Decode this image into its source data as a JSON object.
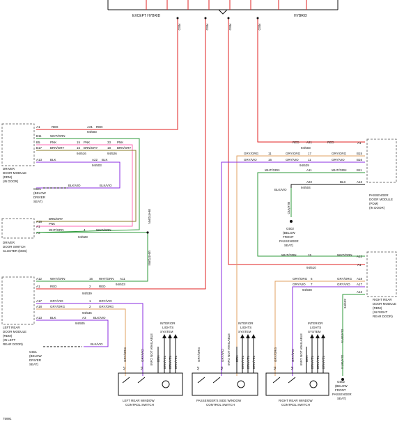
{
  "top": {
    "except_hybrid": "EXCEPT HYBRID",
    "hybrid": "HYBRID"
  },
  "colors": {
    "red": "#e02020",
    "green": "#2e9a3a",
    "purple": "#8a2be2",
    "pink": "#ff69b4",
    "olive": "#8b7d2a",
    "orange": "#e0a060",
    "black": "#111111",
    "gray": "#7a7a7a",
    "magenta": "#c050c0"
  },
  "wire_labels": {
    "red": "RED",
    "pnk": "PNK",
    "brn_gry": "BRN/GRY",
    "blk": "BLK",
    "blk_vio": "BLK/VIO",
    "wht_grn": "WHT/GRN",
    "gry_org": "GRY/ORG",
    "gry_vio": "GRY/VIO",
    "blu": "BLU",
    "brn": "BRN",
    "brn_yel": "BRN/YEL",
    "info_not": "INFO NOT AVAILABLE",
    "blk_grn": "BLK/GRN",
    "blk_yel": "BLK/YEL"
  },
  "pins": {
    "a1": "A1",
    "a11": "A11",
    "a12": "A12",
    "a13": "A13",
    "a16": "A16",
    "a17": "A17",
    "a18": "A18",
    "a21": "A21",
    "a22": "A22",
    "a2": "A2",
    "a3": "A3",
    "a4": "A4",
    "a5": "A5",
    "b5": "B5",
    "b6": "B6",
    "b11": "B11",
    "b15": "B15",
    "b16": "B16",
    "b17": "B17",
    "n1": "1",
    "n2": "2",
    "n3": "3",
    "n4": "4",
    "n6": "6",
    "n7": "7",
    "n11": "11",
    "n15": "15",
    "n16": "16",
    "n17": "17",
    "n18": "18",
    "n33": "33"
  },
  "connectors": {
    "c503": "94/503",
    "c516": "94/516",
    "c526": "94/526",
    "c528": "94/528",
    "c533": "94/533",
    "c539": "94/539",
    "c529": "94/529",
    "c535": "94/535",
    "c504": "94/504",
    "c519": "94/519",
    "c510": "94/510",
    "c505": "94/505",
    "c508": "94/508",
    "c532": "94/532"
  },
  "modules": {
    "ddm": [
      "DRIVER",
      "DOOR MODULE",
      "(DDM)",
      "(IN DOOR)"
    ],
    "dscs": [
      "DRIVER",
      "DOOR SWITCH",
      "CLUSTER (DDS)"
    ],
    "lrdm": [
      "LEFT REAR",
      "DOOR MODULE",
      "(RDM)",
      "(IN LEFT",
      "REAR DOOR)"
    ],
    "pdm": [
      "PASSENGER",
      "DOOR MODULE",
      "(PDM)",
      "(IN DOOR)"
    ],
    "rrdm": [
      "RIGHT REAR",
      "DOOR MODULE",
      "(RDM)",
      "(IN RIGHT",
      "REAR DOOR)"
    ]
  },
  "grounds": {
    "g501a": [
      "G501",
      "(BELOW",
      "DRIVER",
      "SEAT)"
    ],
    "g501b": [
      "G501",
      "(BELOW",
      "DRIVER",
      "SEAT)"
    ],
    "g502a": [
      "G502",
      "(BELOW",
      "FRONT",
      "PASSENGER",
      "SEAT)"
    ],
    "g502b": [
      "G502",
      "(BELOW",
      "FRONT",
      "PASSENGER",
      "SEAT)"
    ]
  },
  "switches": {
    "left": [
      "LEFT REAR WINDOW",
      "CONTROL SWITCH"
    ],
    "pass": [
      "PASSENGER'S SIDE WINDOW",
      "CONTROL SWITCH"
    ],
    "right": [
      "RIGHT REAR WINDOW",
      "CONTROL SWITCH"
    ],
    "lights": [
      "INTERIOR",
      "LIGHTS",
      "SYSTEM"
    ]
  },
  "footer": {
    "code": "75991"
  }
}
